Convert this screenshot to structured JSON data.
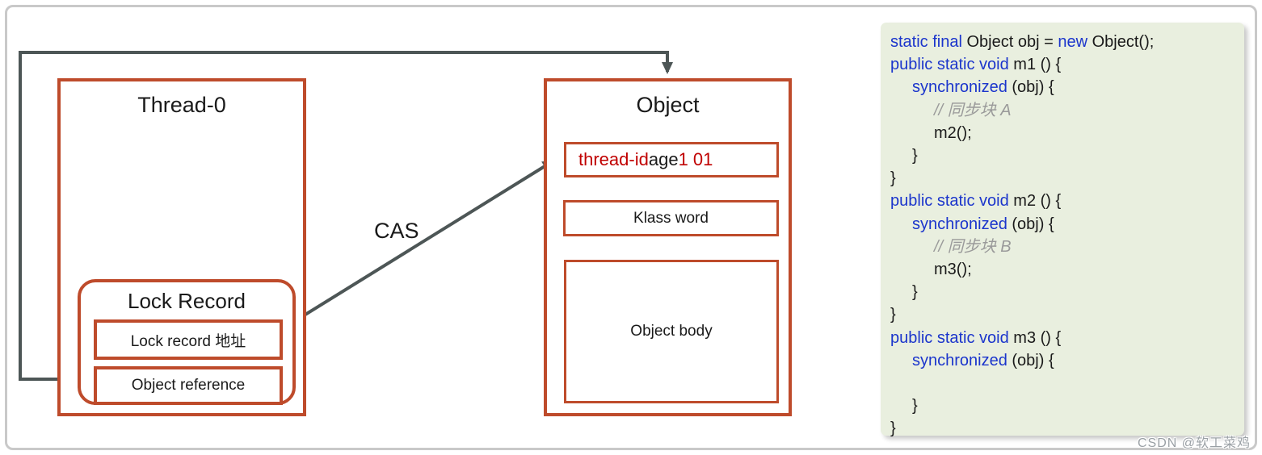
{
  "diagram": {
    "thread_box": {
      "title": "Thread-0"
    },
    "lock_record": {
      "title": "Lock Record",
      "address_label": "Lock record 地址",
      "reference_label": "Object reference"
    },
    "cas_label": "CAS",
    "object_box": {
      "title": "Object",
      "mark_word_tokens": [
        {
          "t": "red",
          "x": "thread-id "
        },
        {
          "t": "p",
          "x": "age "
        },
        {
          "t": "red",
          "x": "1 01"
        }
      ],
      "klass_label": "Klass word",
      "body_label": "Object body"
    },
    "colors": {
      "box_border": "#be4b2b",
      "arrow": "#4d5656",
      "highlight_red": "#c00000",
      "code_keyword": "#1b35cc",
      "code_comment": "#9a9a9a",
      "panel_background": "#e9efdf"
    }
  },
  "code_panel": {
    "lines": [
      {
        "indent": 0,
        "tokens": [
          {
            "t": "k",
            "x": "static final"
          },
          {
            "t": "p",
            "x": " Object obj = "
          },
          {
            "t": "k",
            "x": "new"
          },
          {
            "t": "p",
            "x": " Object();"
          }
        ]
      },
      {
        "indent": 0,
        "tokens": [
          {
            "t": "k",
            "x": "public static void"
          },
          {
            "t": "p",
            "x": " m1 () {"
          }
        ]
      },
      {
        "indent": 1,
        "tokens": [
          {
            "t": "k",
            "x": "synchronized"
          },
          {
            "t": "p",
            "x": " (obj) {"
          }
        ]
      },
      {
        "indent": 2,
        "tokens": [
          {
            "t": "c",
            "x": "// 同步块 A"
          }
        ]
      },
      {
        "indent": 2,
        "tokens": [
          {
            "t": "p",
            "x": "m2();"
          }
        ]
      },
      {
        "indent": 1,
        "tokens": [
          {
            "t": "p",
            "x": "}"
          }
        ]
      },
      {
        "indent": 0,
        "tokens": [
          {
            "t": "p",
            "x": "}"
          }
        ]
      },
      {
        "indent": 0,
        "tokens": [
          {
            "t": "k",
            "x": "public static void"
          },
          {
            "t": "p",
            "x": " m2 () {"
          }
        ]
      },
      {
        "indent": 1,
        "tokens": [
          {
            "t": "k",
            "x": "synchronized"
          },
          {
            "t": "p",
            "x": " (obj) {"
          }
        ]
      },
      {
        "indent": 2,
        "tokens": [
          {
            "t": "c",
            "x": "// 同步块 B"
          }
        ]
      },
      {
        "indent": 2,
        "tokens": [
          {
            "t": "p",
            "x": "m3();"
          }
        ]
      },
      {
        "indent": 1,
        "tokens": [
          {
            "t": "p",
            "x": "}"
          }
        ]
      },
      {
        "indent": 0,
        "tokens": [
          {
            "t": "p",
            "x": "}"
          }
        ]
      },
      {
        "indent": 0,
        "tokens": [
          {
            "t": "k",
            "x": "public static void"
          },
          {
            "t": "p",
            "x": " m3 () {"
          }
        ]
      },
      {
        "indent": 1,
        "tokens": [
          {
            "t": "k",
            "x": "synchronized"
          },
          {
            "t": "p",
            "x": " (obj) {"
          }
        ]
      },
      {
        "indent": 0,
        "tokens": []
      },
      {
        "indent": 1,
        "tokens": [
          {
            "t": "p",
            "x": "}"
          }
        ]
      },
      {
        "indent": 0,
        "tokens": [
          {
            "t": "p",
            "x": "}"
          }
        ]
      }
    ]
  },
  "watermark": {
    "text": "CSDN @软工菜鸡"
  }
}
